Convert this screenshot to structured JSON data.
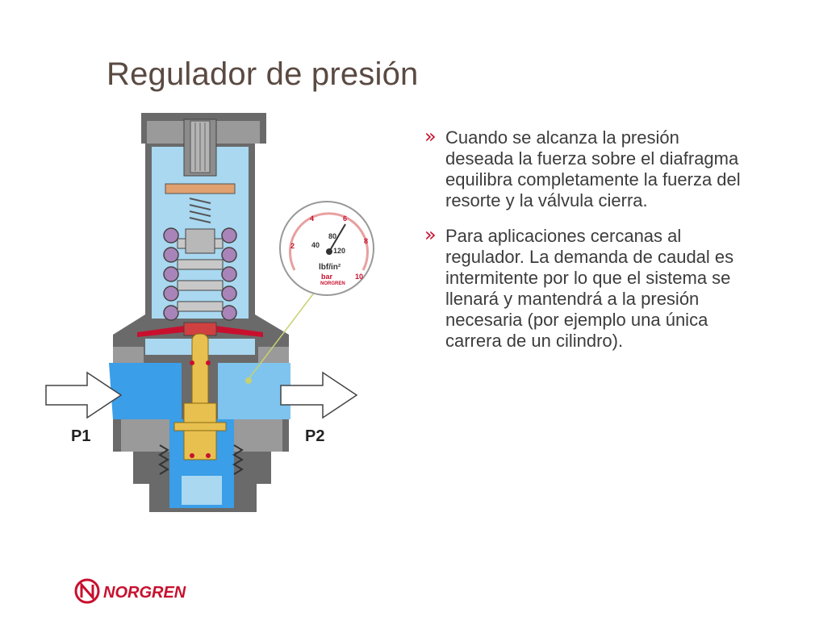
{
  "slide": {
    "title": "Regulador de presión",
    "bullets": [
      "Cuando se alcanza la presión deseada la fuerza sobre el diafragma equilibra completamente la fuerza del resorte y la válvula cierra.",
      "Para aplicaciones cercanas al regulador. La demanda de caudal es intermitente por lo que el sistema se llenará y mantendrá a la presión necesaria (por ejemplo una única carrera de un cilindro)."
    ],
    "bullet_marker": "»"
  },
  "diagram": {
    "port_in": "P1",
    "port_out": "P2"
  },
  "gauge": {
    "bar_ticks": [
      "2",
      "4",
      "6",
      "8",
      "10"
    ],
    "psi_ticks": [
      "40",
      "80",
      "120"
    ],
    "unit_psi": "lbf/in²",
    "unit_bar": "bar",
    "brand": "NORGREN"
  },
  "footer": {
    "logo_text": "NORGREN"
  },
  "colors": {
    "accent": "#c8102e",
    "body_gray": "#9a9a9a",
    "light_blue": "#a9d8f0",
    "flow_blue": "#3a9ee8",
    "spring_purple": "#a884b8",
    "piston_gold": "#e8c050",
    "title_brown": "#5a4a42"
  }
}
